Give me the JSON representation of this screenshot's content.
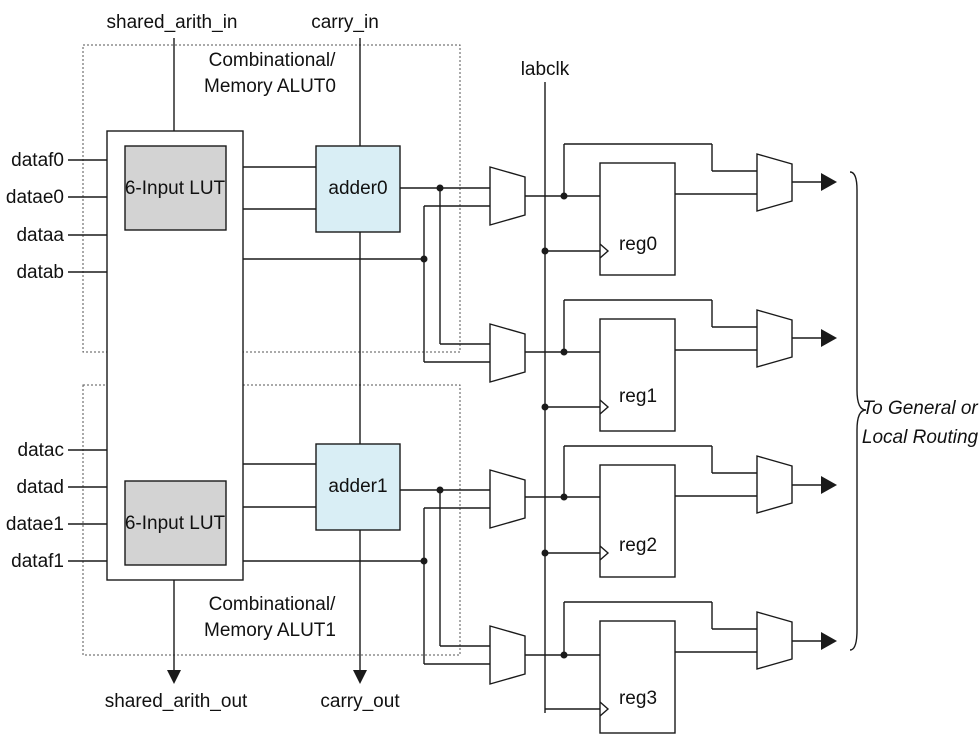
{
  "top_inputs": {
    "shared_arith_in": "shared_arith_in",
    "carry_in": "carry_in",
    "labclk": "labclk"
  },
  "bottom_outputs": {
    "shared_arith_out": "shared_arith_out",
    "carry_out": "carry_out"
  },
  "alut0": {
    "title_line1": "Combinational/",
    "title_line2": "Memory ALUT0",
    "lut_label": "6-Input LUT",
    "adder_label": "adder0"
  },
  "alut1": {
    "title_line1": "Combinational/",
    "title_line2": "Memory ALUT1",
    "lut_label": "6-Input LUT",
    "adder_label": "adder1"
  },
  "left_inputs_upper": [
    "dataf0",
    "datae0",
    "dataa",
    "datab"
  ],
  "left_inputs_lower": [
    "datac",
    "datad",
    "datae1",
    "dataf1"
  ],
  "registers": [
    "reg0",
    "reg1",
    "reg2",
    "reg3"
  ],
  "routing_label": {
    "line1": "To General or",
    "line2": "Local Routing"
  },
  "colors": {
    "lut_fill": "#d3d3d3",
    "adder_fill": "#d9eef5",
    "line": "#1a1a1a"
  }
}
